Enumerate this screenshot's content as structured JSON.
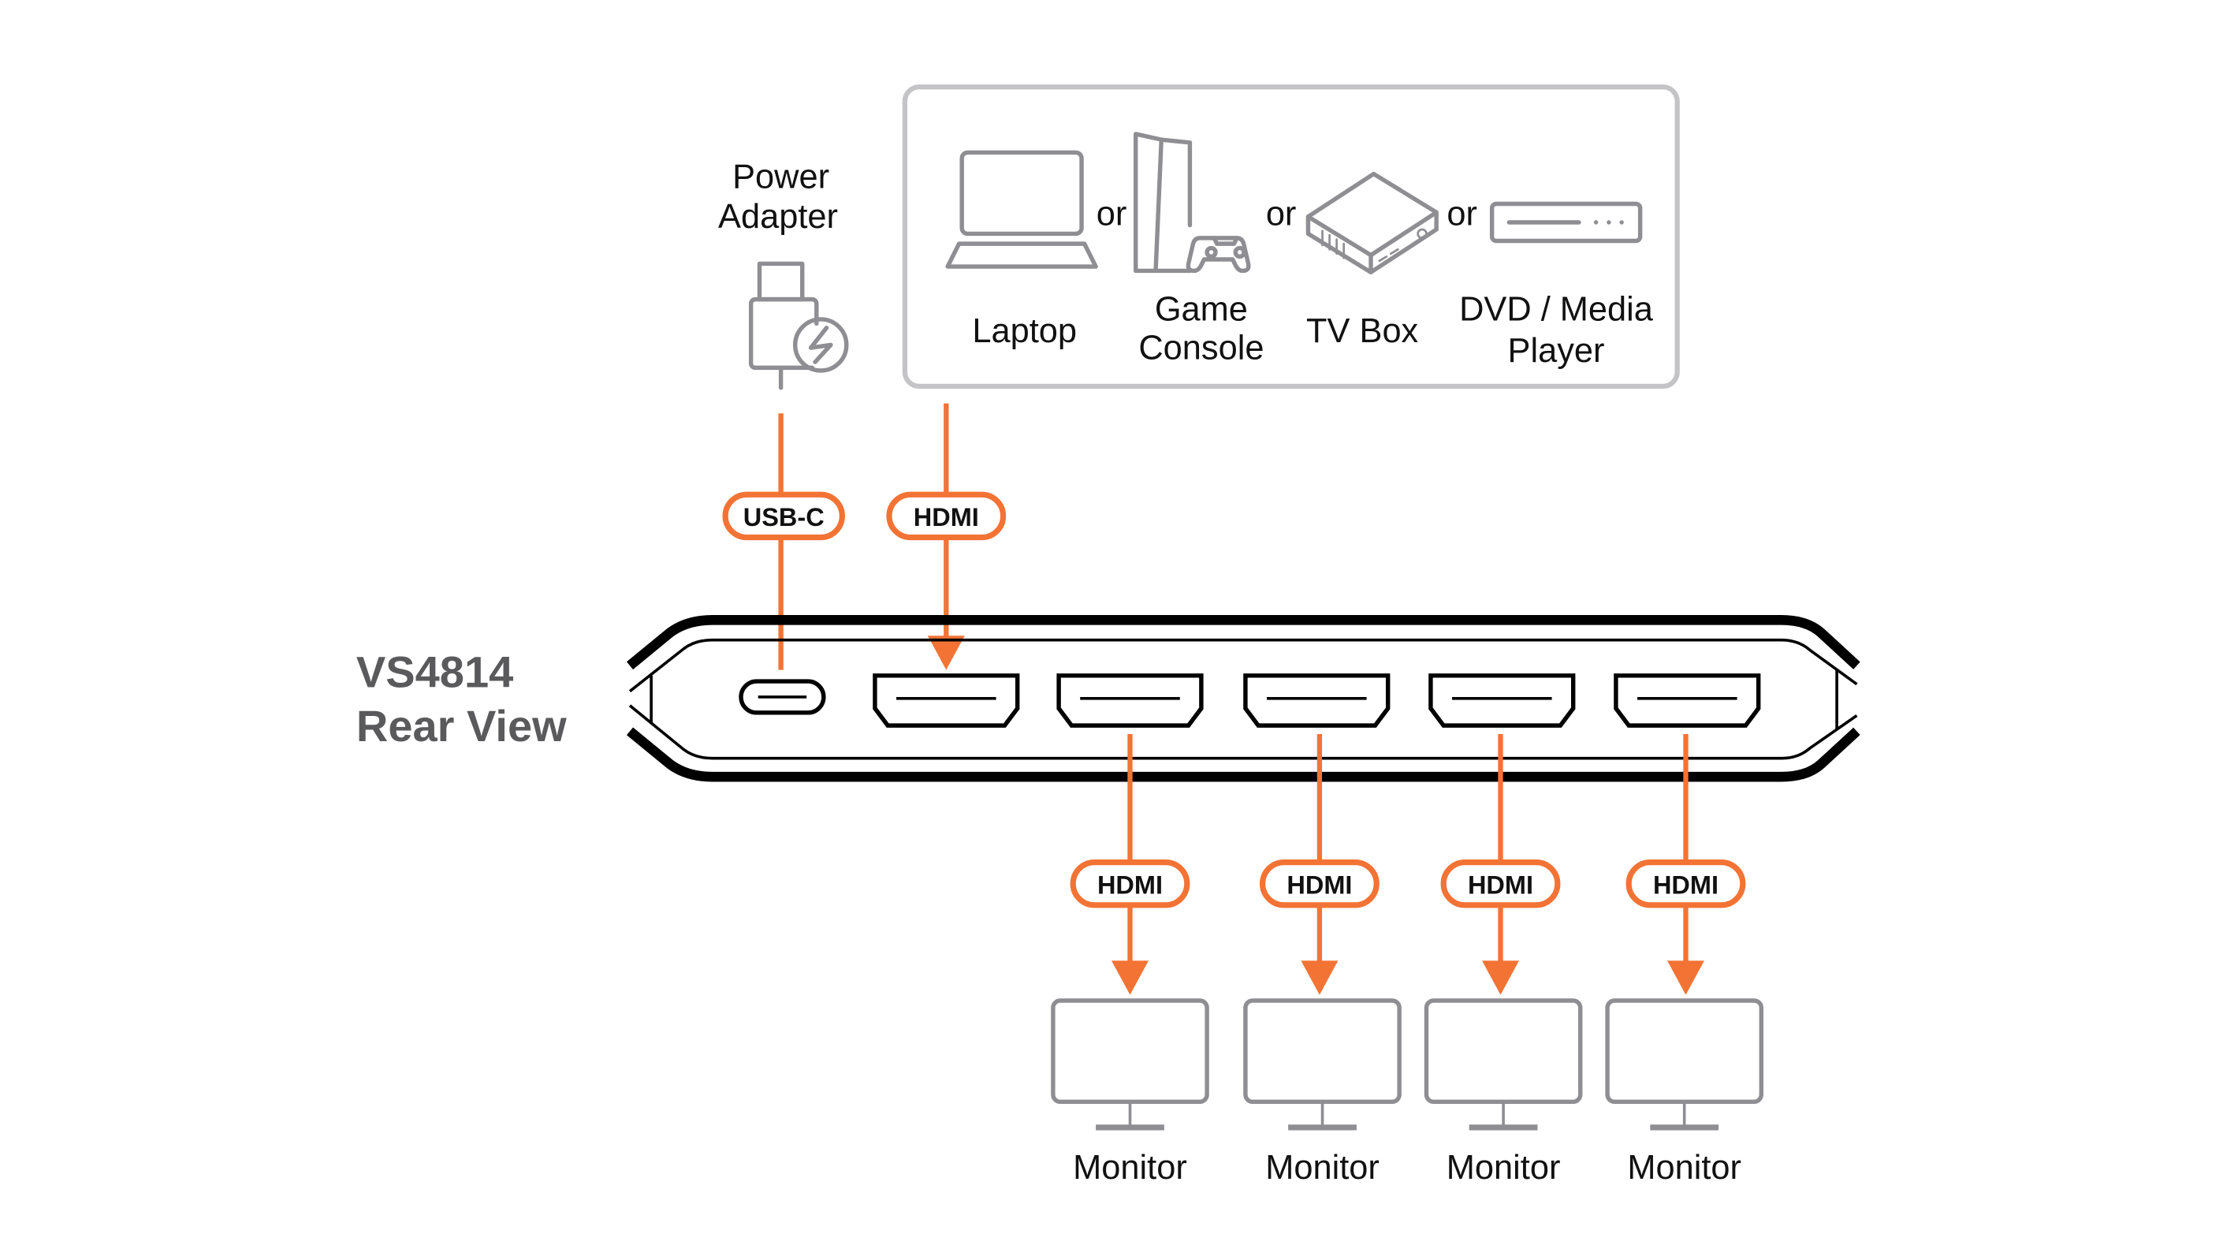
{
  "colors": {
    "accent": "#f37335",
    "icon_gray": "#8e8e93",
    "box_border": "#c4c4c6",
    "title_gray": "#5a5a5c",
    "device": "#000000"
  },
  "device": {
    "model": "VS4814",
    "view": "Rear View"
  },
  "power": {
    "label_line1": "Power",
    "label_line2": "Adapter",
    "icon": "power-adapter-icon",
    "connector_label": "USB-C"
  },
  "sources": {
    "connector_label": "HDMI",
    "separator": "or",
    "items": [
      {
        "icon": "laptop-icon",
        "label_lines": [
          "Laptop"
        ]
      },
      {
        "icon": "game-console-icon",
        "label_lines": [
          "Game",
          "Console"
        ]
      },
      {
        "icon": "tv-box-icon",
        "label_lines": [
          "TV Box"
        ]
      },
      {
        "icon": "dvd-player-icon",
        "label_lines": [
          "DVD / Media",
          "Player"
        ]
      }
    ]
  },
  "ports": [
    "USB-C",
    "HDMI In",
    "HDMI Out 1",
    "HDMI Out 2",
    "HDMI Out 3",
    "HDMI Out 4"
  ],
  "outputs": [
    {
      "connector_label": "HDMI",
      "label": "Monitor",
      "icon": "monitor-icon"
    },
    {
      "connector_label": "HDMI",
      "label": "Monitor",
      "icon": "monitor-icon"
    },
    {
      "connector_label": "HDMI",
      "label": "Monitor",
      "icon": "monitor-icon"
    },
    {
      "connector_label": "HDMI",
      "label": "Monitor",
      "icon": "monitor-icon"
    }
  ]
}
